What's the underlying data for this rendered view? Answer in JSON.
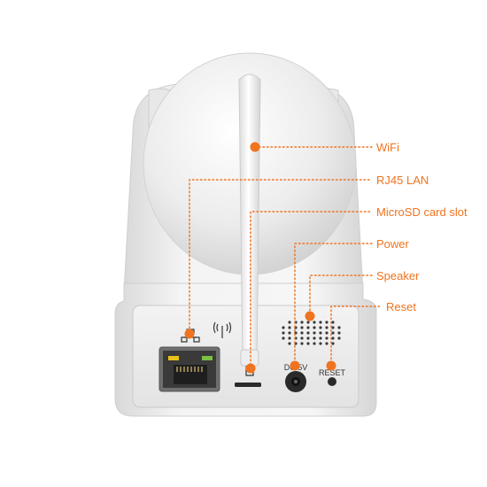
{
  "callouts": {
    "wifi": "WiFi",
    "rj45": "RJ45 LAN",
    "microsd": "MicroSD card slot",
    "power": "Power",
    "speaker": "Speaker",
    "reset": "Reset"
  },
  "panel_labels": {
    "dc": "DC 5V",
    "reset": "RESET"
  },
  "icons": {
    "network": "network-icon",
    "wireless": "wireless-signal-icon",
    "sd_card": "sd-card-icon"
  },
  "colors": {
    "accent": "#f0731f",
    "body": "#f4f4f4"
  }
}
